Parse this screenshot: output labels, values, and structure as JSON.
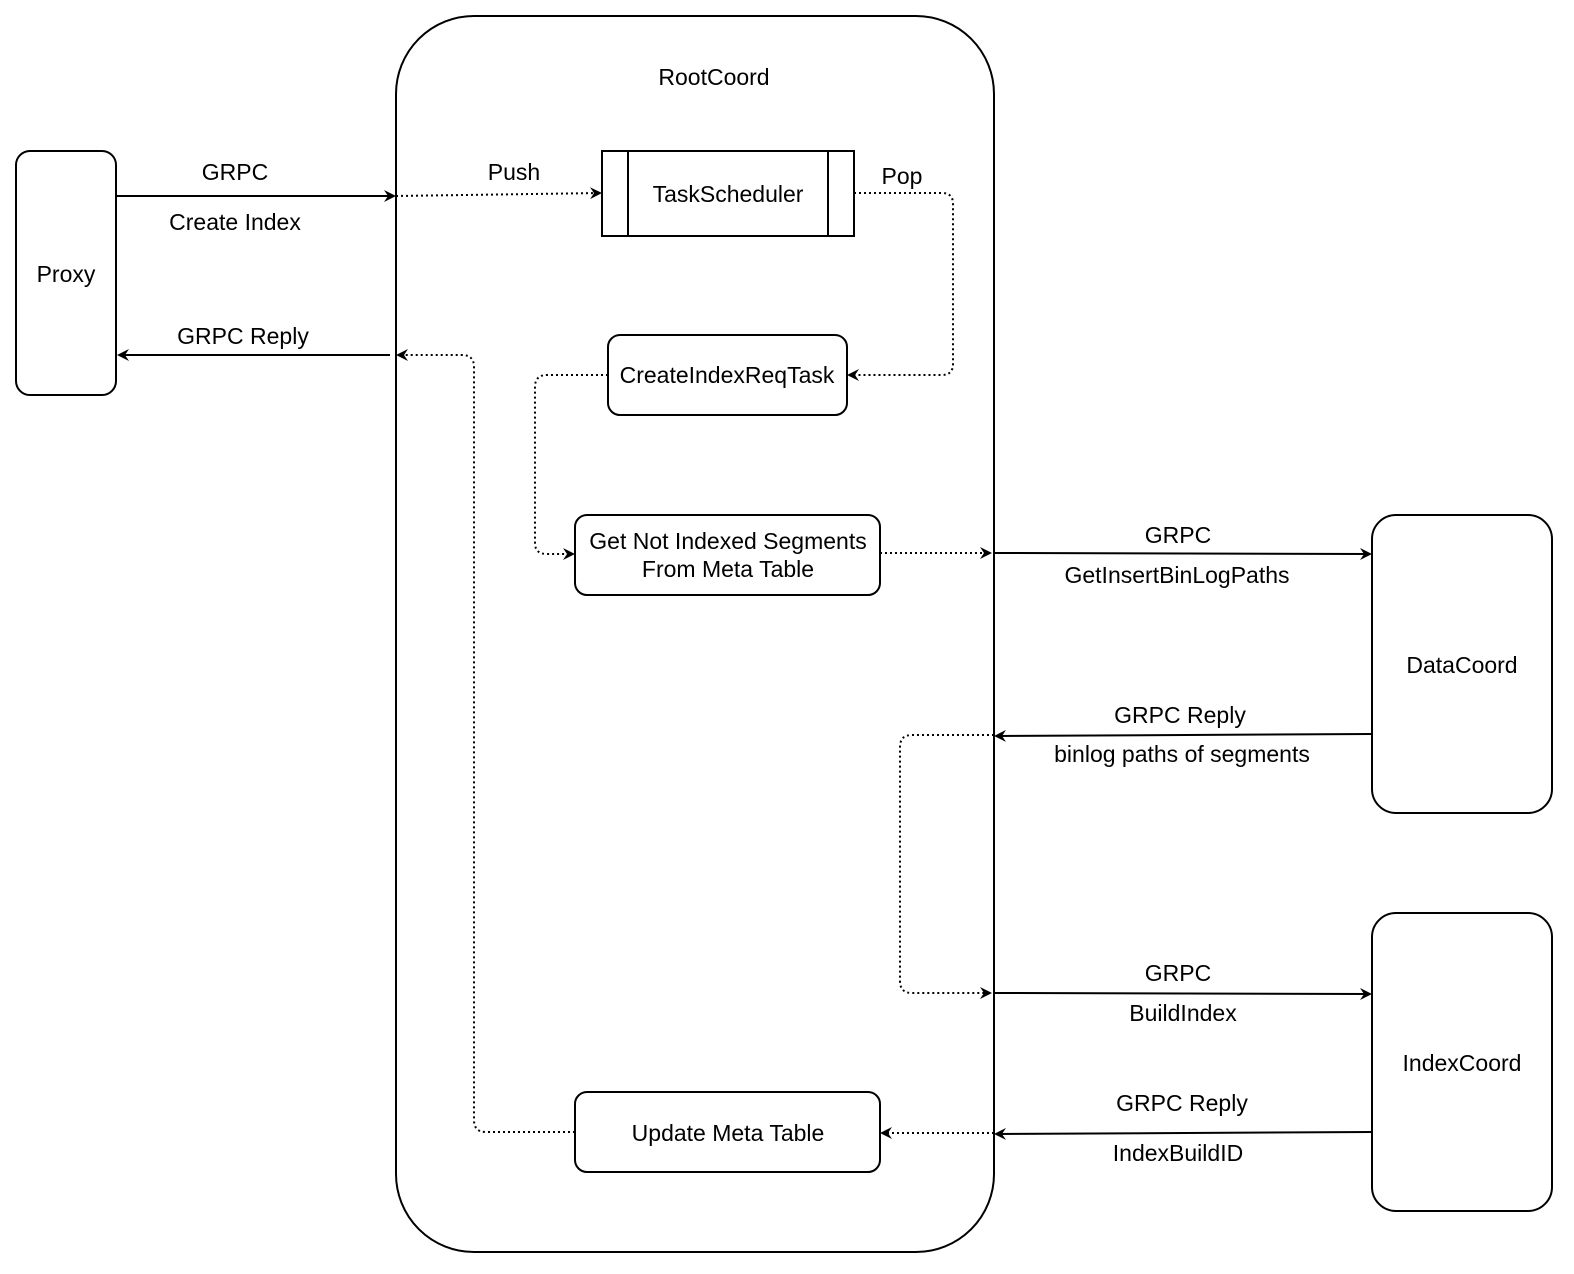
{
  "nodes": {
    "proxy": "Proxy",
    "root_coord": "RootCoord",
    "task_scheduler": "TaskScheduler",
    "create_index_req_task": "CreateIndexReqTask",
    "get_not_indexed_line1": "Get Not Indexed Segments",
    "get_not_indexed_line2": "From Meta Table",
    "update_meta_table": "Update Meta Table",
    "data_coord": "DataCoord",
    "index_coord": "IndexCoord"
  },
  "edges": {
    "proxy_to_root_top": "GRPC",
    "proxy_to_root_bottom": "Create Index",
    "root_to_proxy": "GRPC Reply",
    "push": "Push",
    "pop": "Pop",
    "to_datacoord_top": "GRPC",
    "to_datacoord_bottom": "GetInsertBinLogPaths",
    "from_datacoord_top": "GRPC Reply",
    "from_datacoord_bottom": "binlog paths of segments",
    "to_indexcoord_top": "GRPC",
    "to_indexcoord_bottom": "BuildIndex",
    "from_indexcoord_top": "GRPC Reply",
    "from_indexcoord_bottom": "IndexBuildID"
  }
}
